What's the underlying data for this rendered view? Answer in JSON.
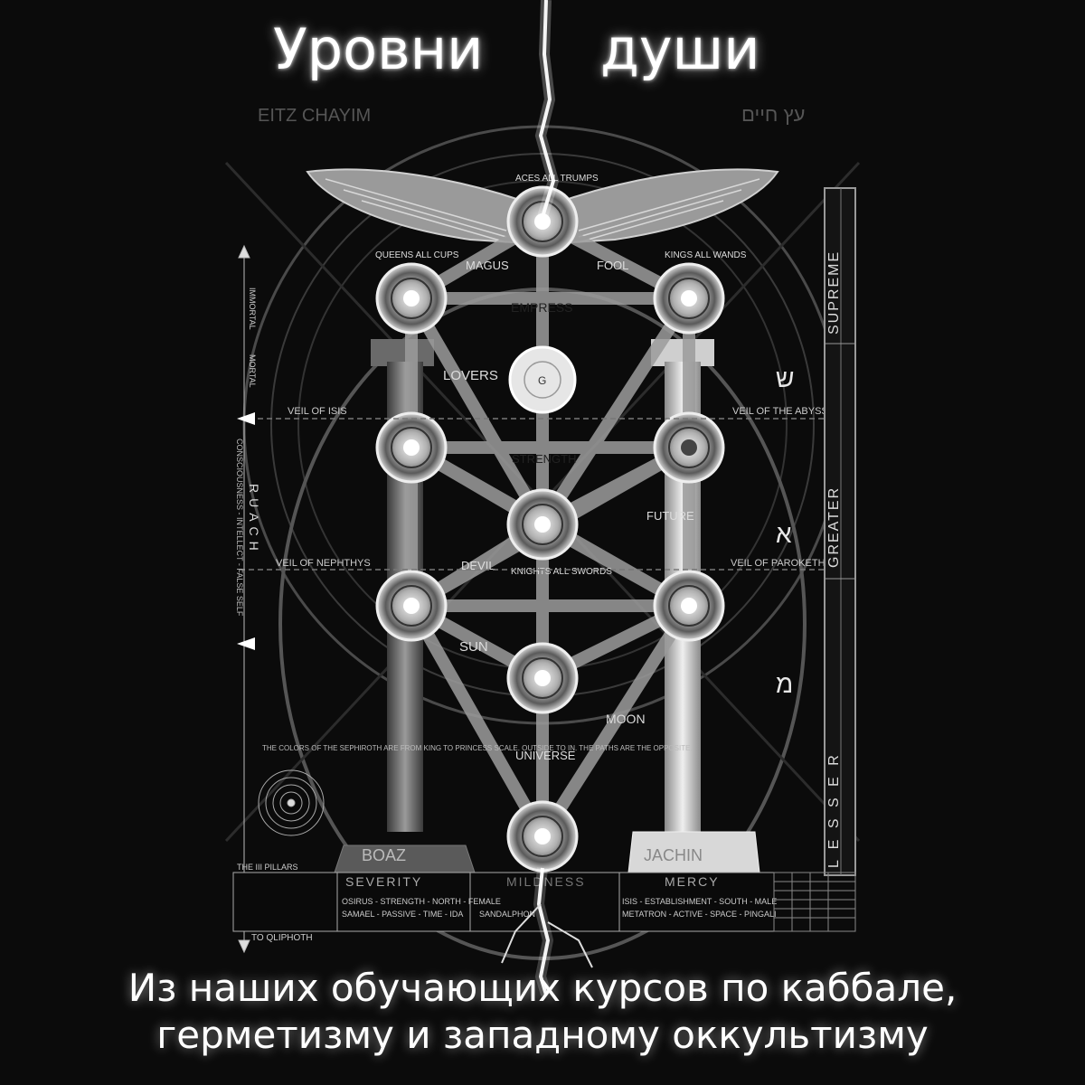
{
  "title": {
    "left": "Уровни",
    "right": "души"
  },
  "caption": {
    "line1": "Из наших обучающих курсов по каббале,",
    "line2": "герметизму и западному оккультизму"
  },
  "diagram": {
    "header_latin": "EITZ CHAYIM",
    "header_hebrew": "עץ חיים",
    "top_label": "ACES ALL TRUMPS",
    "queens": "QUEENS ALL CUPS",
    "kings": "KINGS ALL WANDS",
    "knights": "KNIGHTS ALL SWORDS",
    "veil_isis": "VEIL OF ISIS",
    "veil_abyss": "VEIL OF THE ABYSS",
    "veil_nephthys": "VEIL OF NEPHTHYS",
    "veil_paroketh": "VEIL OF PAROKETH",
    "paths": {
      "empress": "EMPRESS",
      "lovers": "LOVERS",
      "strength": "STRENGTH",
      "devil": "DEVIL",
      "sun": "SUN",
      "moon": "MOON",
      "universe": "UNIVERSE",
      "future": "FUTURE",
      "fool": "FOOL",
      "magus": "MAGUS"
    },
    "side_left": {
      "immortal": "IMMORTAL",
      "mortal": "MORTAL",
      "ruach": "RUACH",
      "ruach_sub": "CONSCIOUSNESS - INTELLECT - FALSE SELF",
      "to_qliphoth": "TO QLIPHOTH"
    },
    "side_right": {
      "supreme": "SUPREME",
      "greater": "GREATER",
      "lesser": "L E S S E R"
    },
    "pillars": {
      "boaz": "BOAZ",
      "jachin": "JACHIN",
      "severity": "SEVERITY",
      "mildness": "MILDNESS",
      "mercy": "MERCY",
      "severity_desc_1": "OSIRUS - STRENGTH - NORTH - FEMALE",
      "severity_desc_2": "SAMAEL - PASSIVE - TIME - IDA",
      "mercy_desc_1": "ISIS - ESTABLISHMENT - SOUTH - MALE",
      "mercy_desc_2": "METATRON - ACTIVE - SPACE - PINGALI",
      "middle_desc": "SANDALPHON"
    },
    "pillars_box_title": "THE III PILLARS",
    "colors_note": "THE COLORS OF THE SEPHIROTH ARE FROM KING TO PRINCESS SCALE. OUTSIDE TO IN. THE PATHS ARE THE OPPOSITE.",
    "hebrew_letters": {
      "shin": "ש",
      "aleph": "א",
      "mem": "מ"
    },
    "center_sephira": "G"
  }
}
